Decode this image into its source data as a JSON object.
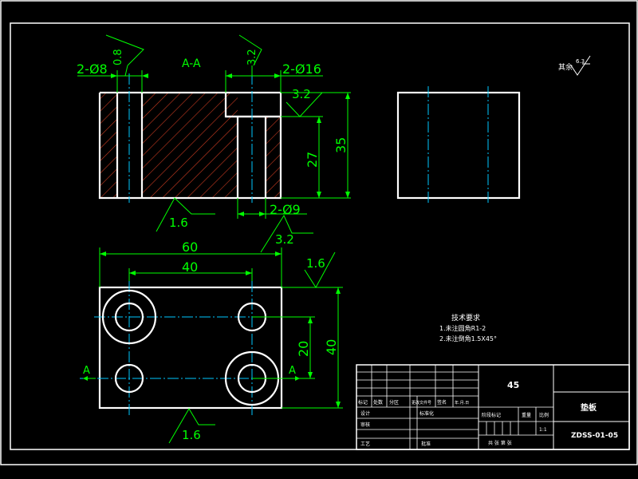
{
  "drawing": {
    "section_label": "A-A",
    "section_mark_left": "A",
    "section_mark_right": "A"
  },
  "dimensions": {
    "holes_small": "2-Ø8",
    "holes_large": "2-Ø16",
    "holes_through": "2-Ø9",
    "height_total": "35",
    "height_counterbore": "27",
    "width_total": "60",
    "hole_spacing_x": "40",
    "hole_spacing_y": "20",
    "depth": "40"
  },
  "roughness": {
    "top_left": "0.8",
    "top_mid": "3.2",
    "counterbore": "3.2",
    "bottom_left": "1.6",
    "bottom_right": "3.2",
    "plan_right": "1.6",
    "plan_bottom": "1.6",
    "other_label": "其余",
    "other_value": "6.3"
  },
  "tech_requirements": {
    "title": "技术要求",
    "items": [
      "1.未注圆角R1-2",
      "2.未注倒角1.5X45°"
    ]
  },
  "title_block": {
    "material": "45",
    "part_name": "垫板",
    "drawing_number": "ZDSS-01-05",
    "labels": {
      "mark": "标记",
      "count": "处数",
      "zone": "分区",
      "change_doc": "更改文件号",
      "signature": "签名",
      "date": "年.月.日",
      "design": "设计",
      "standardize": "标准化",
      "stage_mark": "阶段标记",
      "weight": "重量",
      "scale": "比例",
      "review": "审核",
      "process": "工艺",
      "approve": "批准",
      "sheets": "共  张  第  张"
    },
    "scale_value": "1:1"
  }
}
